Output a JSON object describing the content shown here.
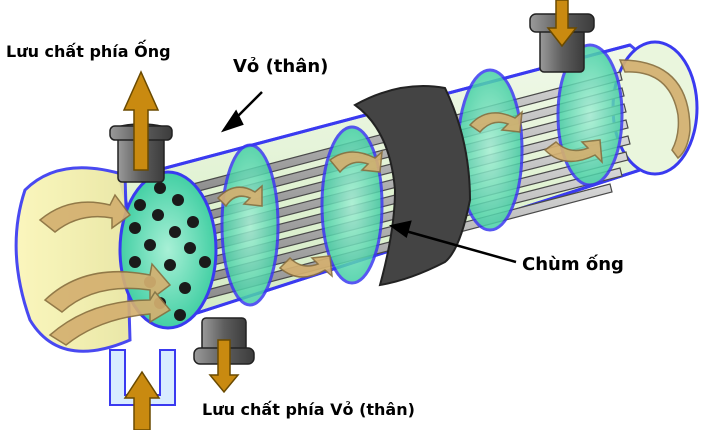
{
  "labels": {
    "tube_side_fluid": "Lưu chất phía Ống",
    "shell": "Vỏ (thân)",
    "tube_bundle": "Chùm ống",
    "shell_side_fluid": "Lưu chất phía Vỏ (thân)"
  },
  "colors": {
    "shell_fill": "#e4f4d8",
    "shell_outline": "#3a3af0",
    "baffle_fill": "#3cd9a8",
    "tube_fill": "#a8a8a8",
    "tube_stroke": "#4a4a4a",
    "band_fill": "#444444",
    "nozzle_fill": "#6f6f6f",
    "flow_arrow": "#d4b070",
    "fluid_arrow": "#c98a10"
  },
  "icons": [
    "flow-swirl-arrow",
    "fluid-direction-arrow",
    "pointer-arrow"
  ]
}
